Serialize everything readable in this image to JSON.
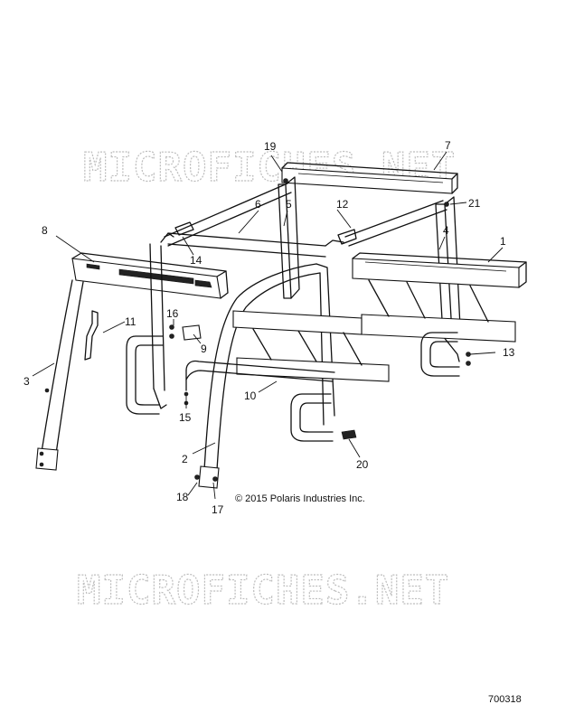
{
  "watermarks": [
    "MICROFICHES.NET",
    "MICROFICHES.NET"
  ],
  "copyright": "© 2015 Polaris Industries Inc.",
  "part_number": "700318",
  "callouts": {
    "c1": "1",
    "c2": "2",
    "c3": "3",
    "c4": "4",
    "c5": "5",
    "c6": "6",
    "c7": "7",
    "c8": "8",
    "c9": "9",
    "c10": "10",
    "c11": "11",
    "c12": "12",
    "c13": "13",
    "c14": "14",
    "c15": "15",
    "c16": "16",
    "c17": "17",
    "c18": "18",
    "c19": "19",
    "c20": "20",
    "c21": "21"
  }
}
